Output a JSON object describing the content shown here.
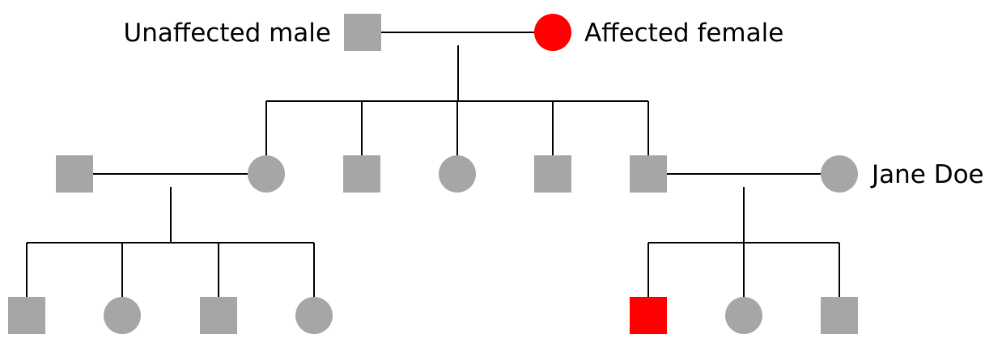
{
  "colors": {
    "unaffected": "#a6a6a6",
    "affected": "#ff0000",
    "line": "#000000",
    "background": "#ffffff"
  },
  "individuals": [
    {
      "id": "g1-male",
      "sex": "male",
      "affected": false,
      "name": "Unaffected male"
    },
    {
      "id": "g1-female",
      "sex": "female",
      "affected": true,
      "name": "Affected female"
    },
    {
      "id": "g2-spouse-left",
      "sex": "male",
      "affected": false
    },
    {
      "id": "g2-child-1",
      "sex": "female",
      "affected": false
    },
    {
      "id": "g2-child-2",
      "sex": "male",
      "affected": false
    },
    {
      "id": "g2-child-3",
      "sex": "female",
      "affected": false
    },
    {
      "id": "g2-child-4",
      "sex": "male",
      "affected": false
    },
    {
      "id": "g2-child-5",
      "sex": "male",
      "affected": false
    },
    {
      "id": "g2-spouse-right",
      "sex": "female",
      "affected": false,
      "name": "Jane Doe"
    },
    {
      "id": "g3-left-1",
      "sex": "male",
      "affected": false
    },
    {
      "id": "g3-left-2",
      "sex": "female",
      "affected": false
    },
    {
      "id": "g3-left-3",
      "sex": "male",
      "affected": false
    },
    {
      "id": "g3-left-4",
      "sex": "female",
      "affected": false
    },
    {
      "id": "g3-right-1",
      "sex": "male",
      "affected": true
    },
    {
      "id": "g3-right-2",
      "sex": "female",
      "affected": false
    },
    {
      "id": "g3-right-3",
      "sex": "male",
      "affected": false
    }
  ],
  "marriages": [
    {
      "id": "m1",
      "partners": [
        "g1-male",
        "g1-female"
      ],
      "children": [
        "g2-child-1",
        "g2-child-2",
        "g2-child-3",
        "g2-child-4",
        "g2-child-5"
      ]
    },
    {
      "id": "m2",
      "partners": [
        "g2-spouse-left",
        "g2-child-1"
      ],
      "children": [
        "g3-left-1",
        "g3-left-2",
        "g3-left-3",
        "g3-left-4"
      ]
    },
    {
      "id": "m3",
      "partners": [
        "g2-child-5",
        "g2-spouse-right"
      ],
      "children": [
        "g3-right-1",
        "g3-right-2",
        "g3-right-3"
      ]
    }
  ]
}
